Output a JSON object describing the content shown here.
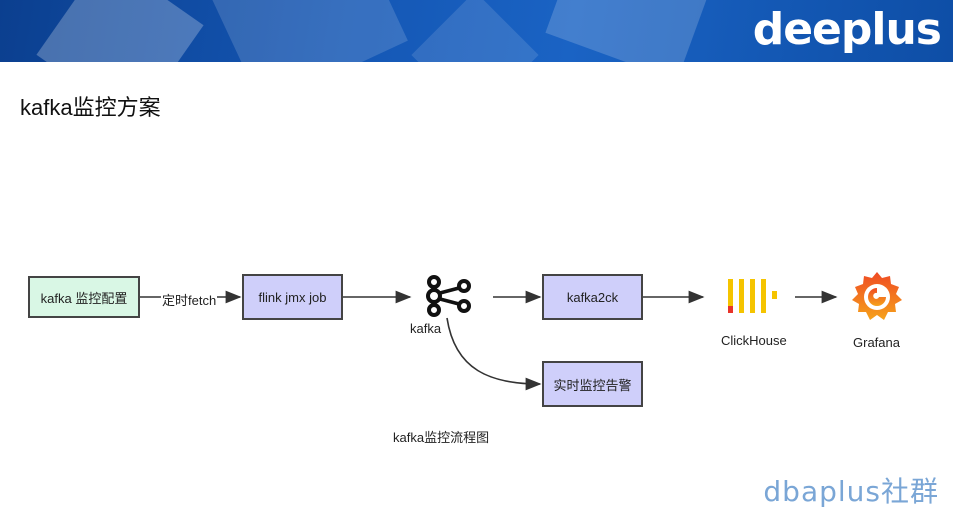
{
  "header": {
    "brand": "deeplus"
  },
  "slide": {
    "title": "kafka监控方案"
  },
  "diagram": {
    "nodes": {
      "kafka_monitor_config": "kafka 监控配置",
      "flink_jmx_job": "flink jmx job",
      "kafka": "kafka",
      "kafka2ck": "kafka2ck",
      "realtime_alert": "实时监控告警",
      "clickhouse": "ClickHouse",
      "grafana": "Grafana"
    },
    "edges": {
      "fetch_label": "定时fetch"
    },
    "caption": "kafka监控流程图"
  },
  "footer": {
    "watermark": "dbaplus社群"
  },
  "colors": {
    "banner": "#1456b3",
    "green_node": "#d9f7e5",
    "purple_node": "#cfcffa",
    "clickhouse_yellow": "#f5c400",
    "clickhouse_red": "#e8332a",
    "grafana_orange": "#f26b22"
  }
}
